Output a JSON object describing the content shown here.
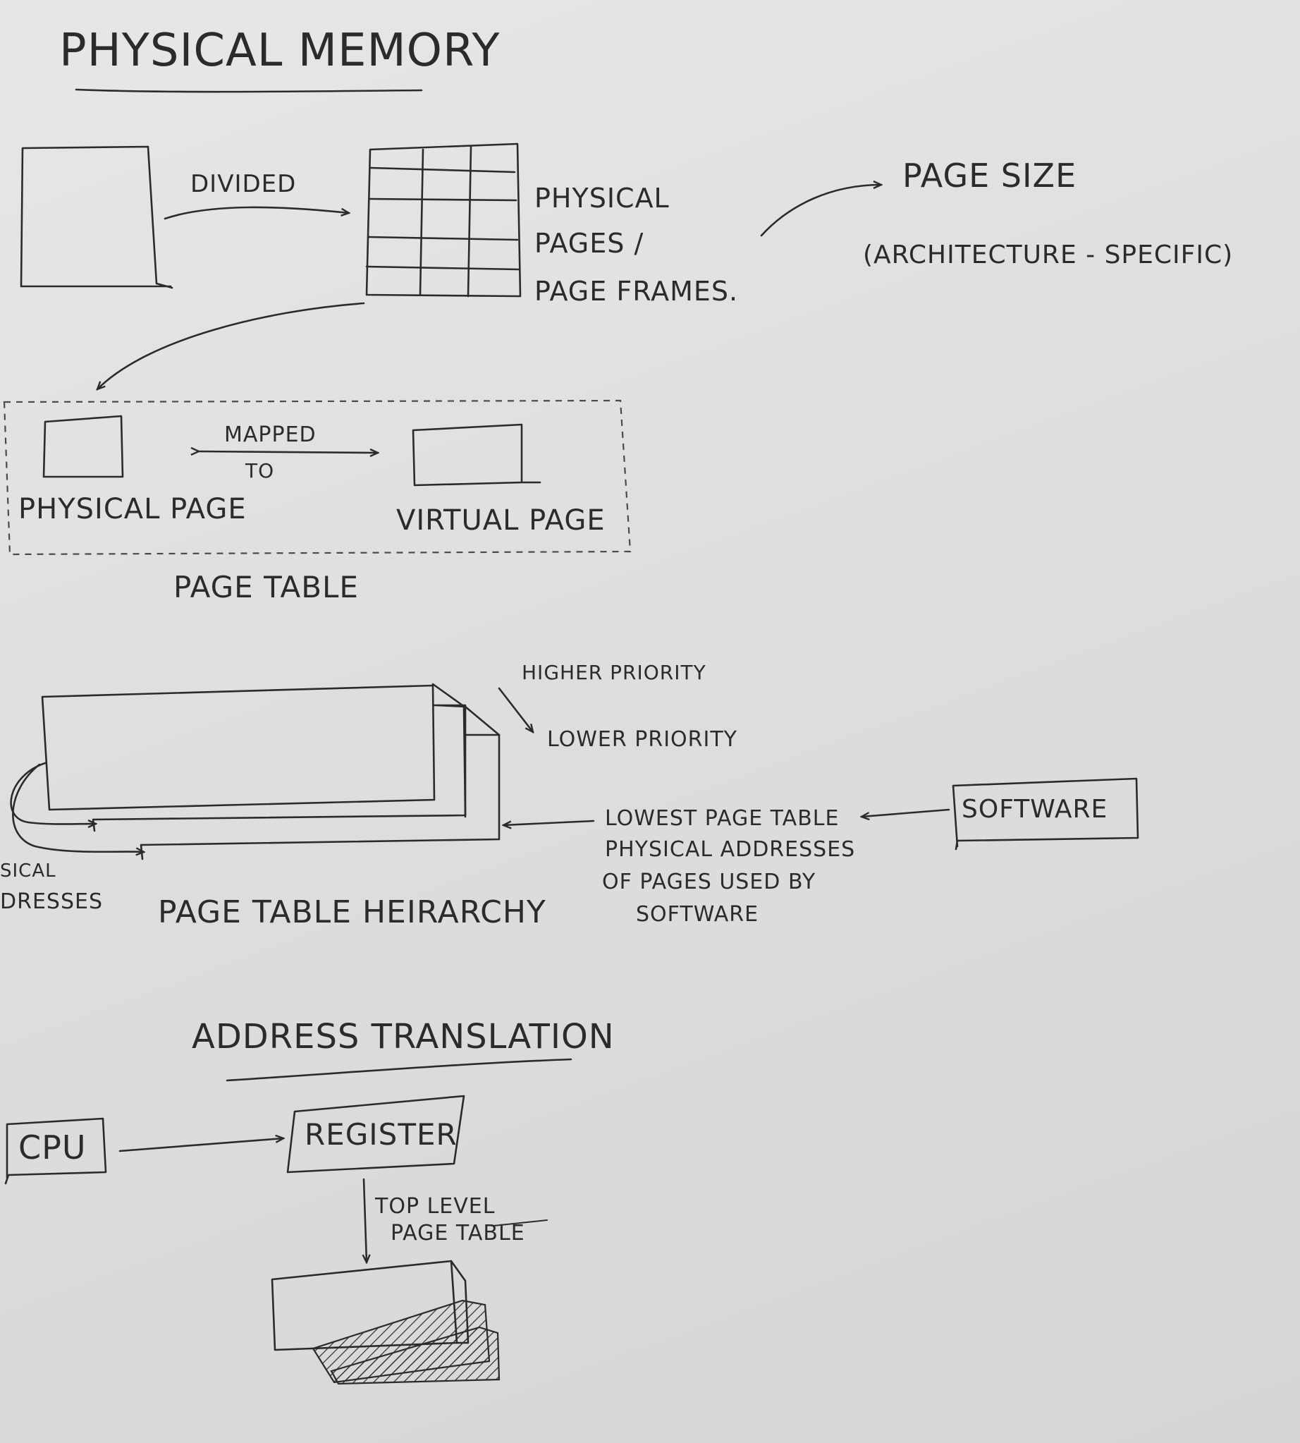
{
  "headings": {
    "physical_memory": "PHYSICAL MEMORY",
    "address_translation": "ADDRESS TRANSLATION"
  },
  "physical_memory": {
    "arrow_label": "DIVIDED",
    "pages_label_line1": "PHYSICAL",
    "pages_label_line2": "PAGES /",
    "pages_label_line3": "PAGE FRAMES.",
    "page_size": "PAGE SIZE",
    "architecture": "(ARCHITECTURE - SPECIFIC)"
  },
  "page_table": {
    "mapped_line1": "MAPPED",
    "mapped_line2": "TO",
    "physical_page": "PHYSICAL PAGE",
    "virtual_page": "VIRTUAL PAGE",
    "caption": "PAGE TABLE"
  },
  "hierarchy": {
    "higher_priority": "HIGHER PRIORITY",
    "lower_priority": "LOWER PRIORITY",
    "lowest_line1": "LOWEST PAGE TABLE",
    "lowest_line2": "PHYSICAL ADDRESSES",
    "lowest_line3": "OF PAGES USED BY",
    "lowest_line4": "SOFTWARE",
    "software": "SOFTWARE",
    "left_cut_line1": "SICAL",
    "left_cut_line2": "DRESSES",
    "caption": "PAGE TABLE HEIRARCHY"
  },
  "translation": {
    "cpu": "CPU",
    "register": "REGISTER",
    "top_level_line1": "TOP LEVEL",
    "top_level_line2": "PAGE TABLE"
  }
}
